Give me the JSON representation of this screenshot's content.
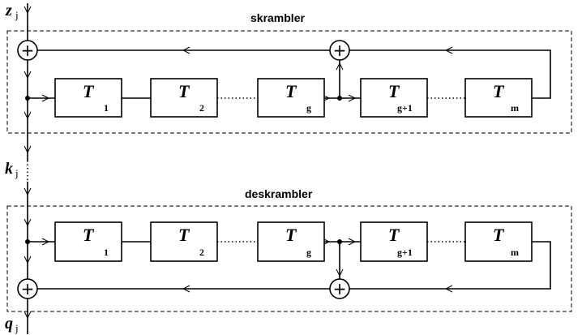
{
  "sections": {
    "top_title": "skrambler",
    "bottom_title": "deskrambler"
  },
  "signals": {
    "input": {
      "main": "z",
      "sub": "j"
    },
    "middle": {
      "main": "k",
      "sub": "j"
    },
    "output": {
      "main": "q",
      "sub": "j"
    }
  },
  "adders": {
    "symbol": "+"
  },
  "registers": [
    {
      "main": "T",
      "sub": "1"
    },
    {
      "main": "T",
      "sub": "2"
    },
    {
      "main": "T",
      "sub": "g"
    },
    {
      "main": "T",
      "sub": "g+1"
    },
    {
      "main": "T",
      "sub": "m"
    }
  ]
}
